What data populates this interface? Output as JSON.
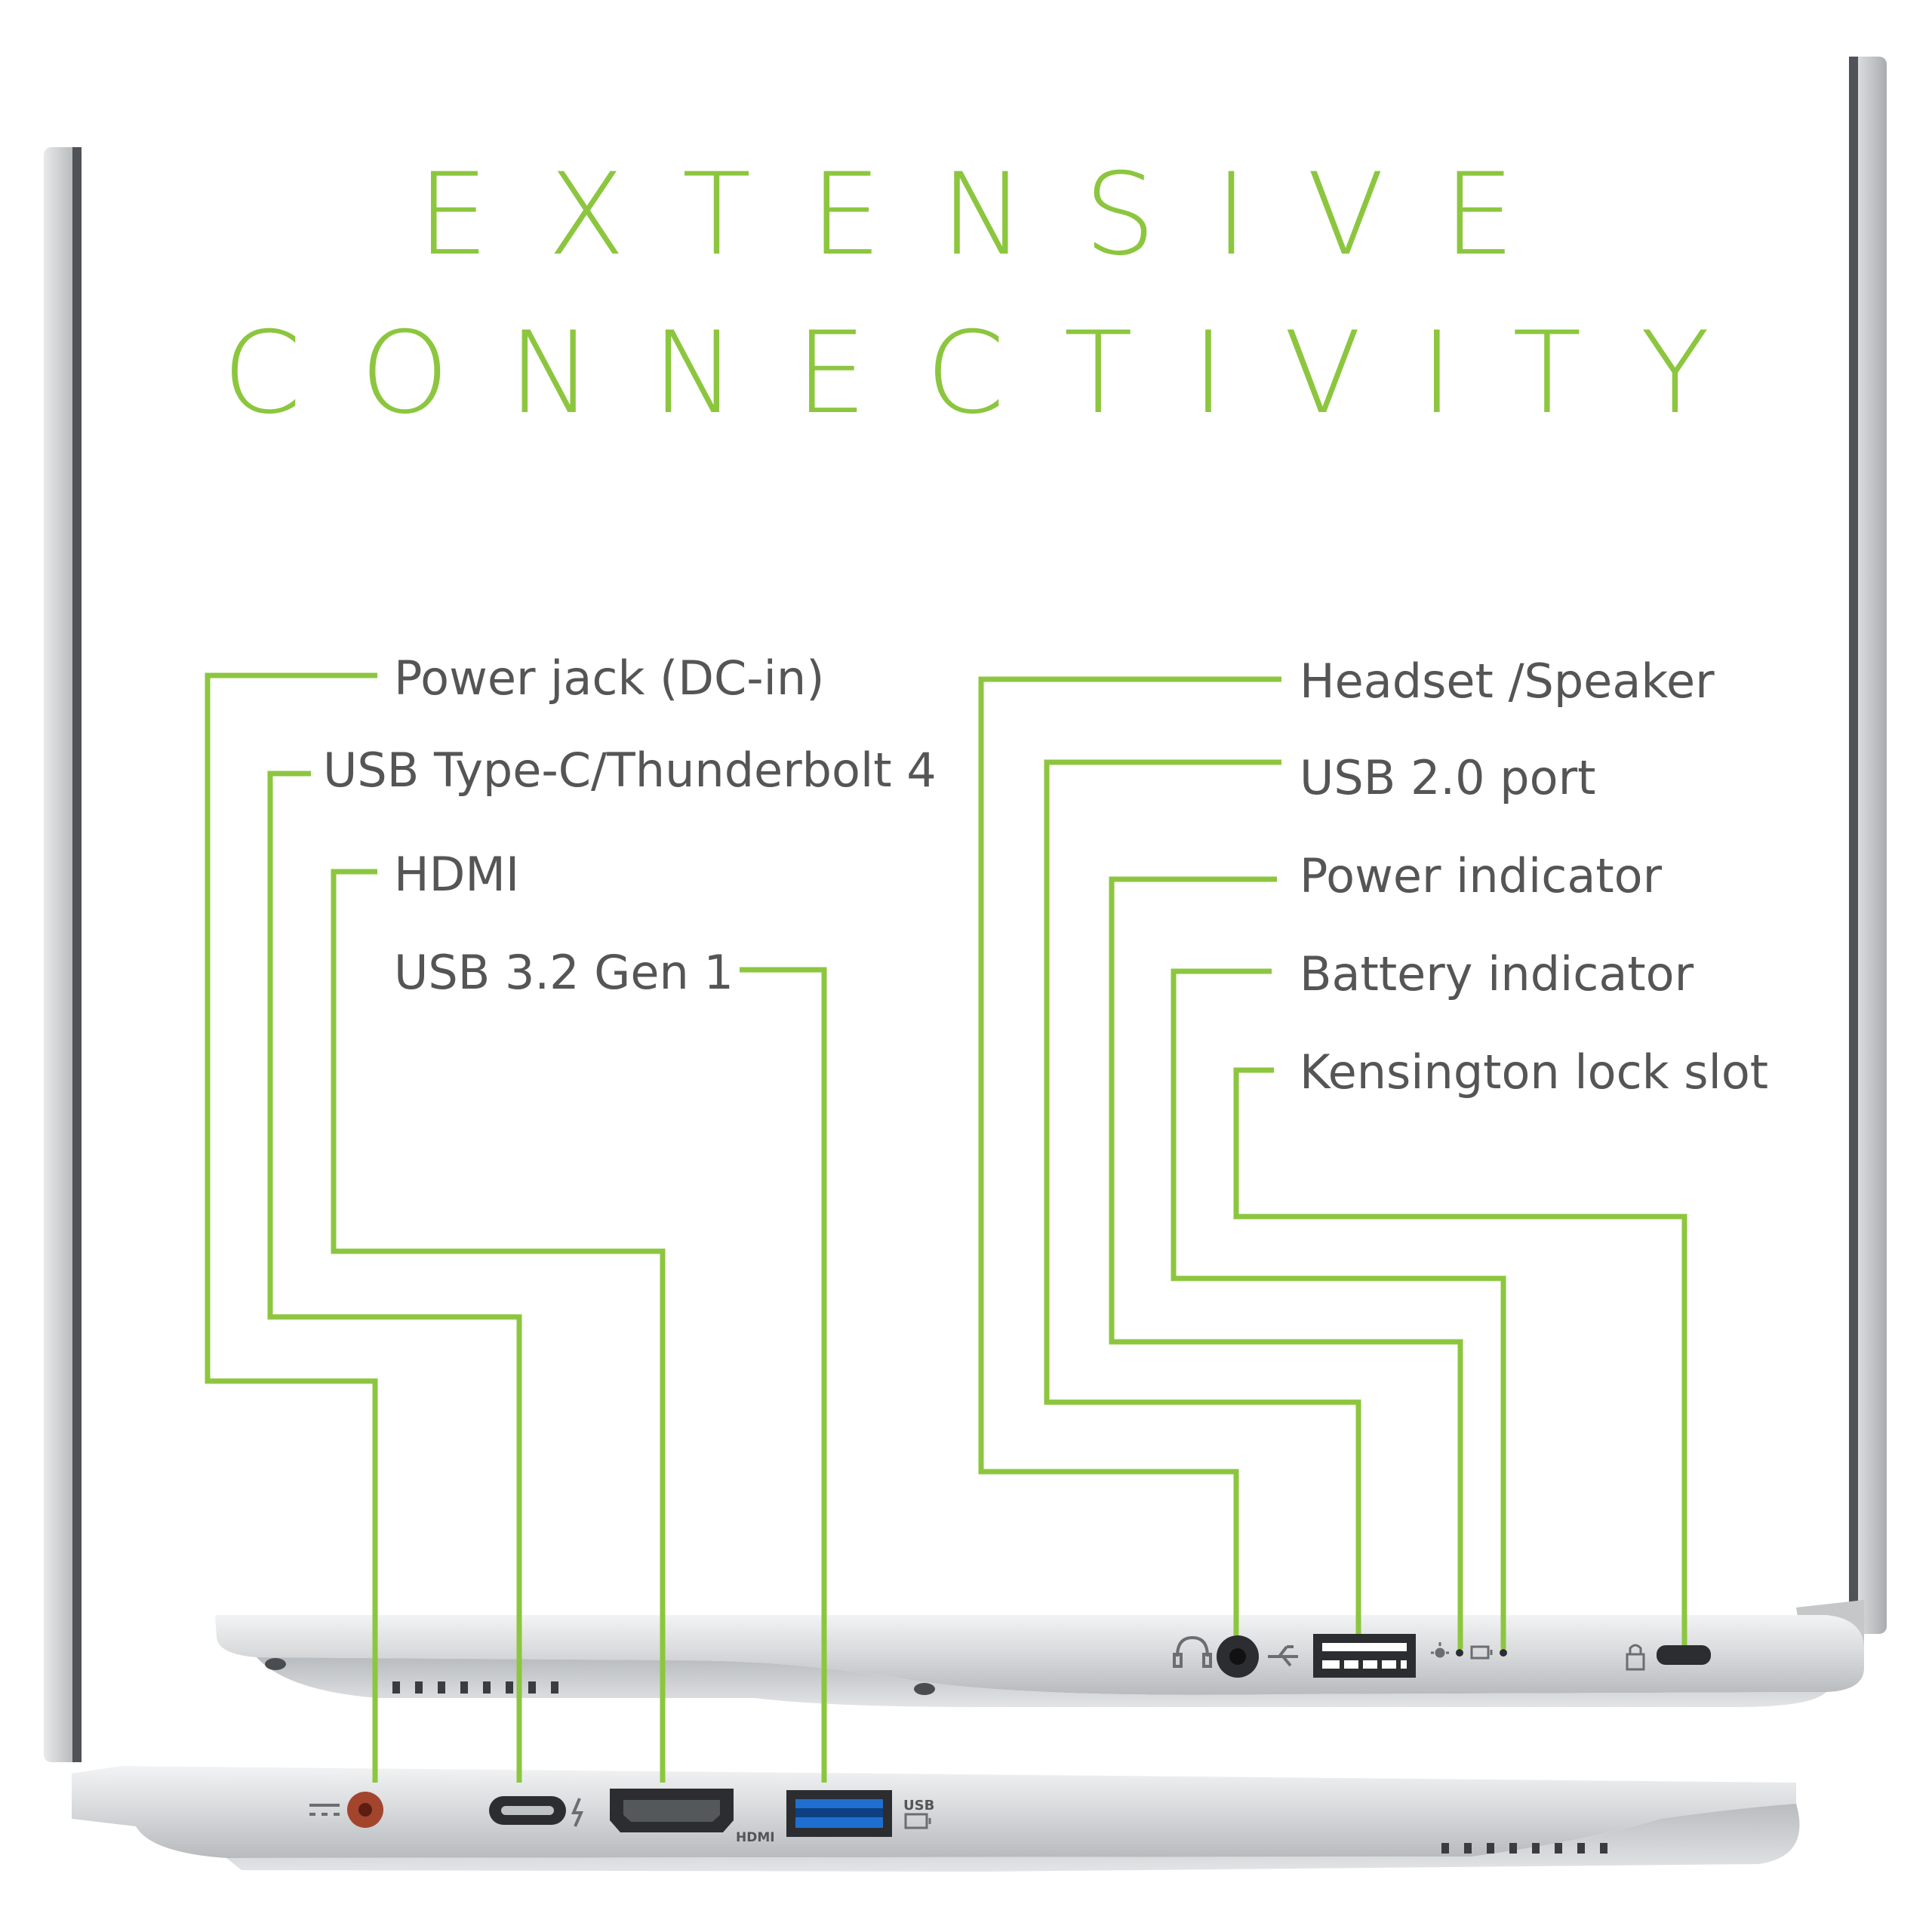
{
  "title": {
    "line1": "EXTENSIVE",
    "line2": "CONNECTIVITY"
  },
  "left_ports": {
    "power_jack": "Power jack (DC-in)",
    "usb_c": "USB Type-C/Thunderbolt 4",
    "hdmi": "HDMI",
    "usb32": "USB 3.2 Gen 1"
  },
  "right_ports": {
    "headset": "Headset /Speaker",
    "usb20": "USB 2.0 port",
    "power_indicator": "Power indicator",
    "battery_indicator": "Battery indicator",
    "kensington": "Kensington lock slot"
  },
  "port_markings": {
    "hdmi_mark": "HDMI",
    "usb_mark": "USB"
  },
  "colors": {
    "accent": "#8cc63f",
    "text": "#555555",
    "chassis": "#d6d8da",
    "usb_blue": "#1f6fd1",
    "dc_port": "#a3452d"
  },
  "icons": [
    "dc-in-icon",
    "thunderbolt-icon",
    "usb-ss-icon",
    "headset-icon",
    "usb-icon",
    "power-light-icon",
    "battery-light-icon",
    "lock-icon"
  ]
}
